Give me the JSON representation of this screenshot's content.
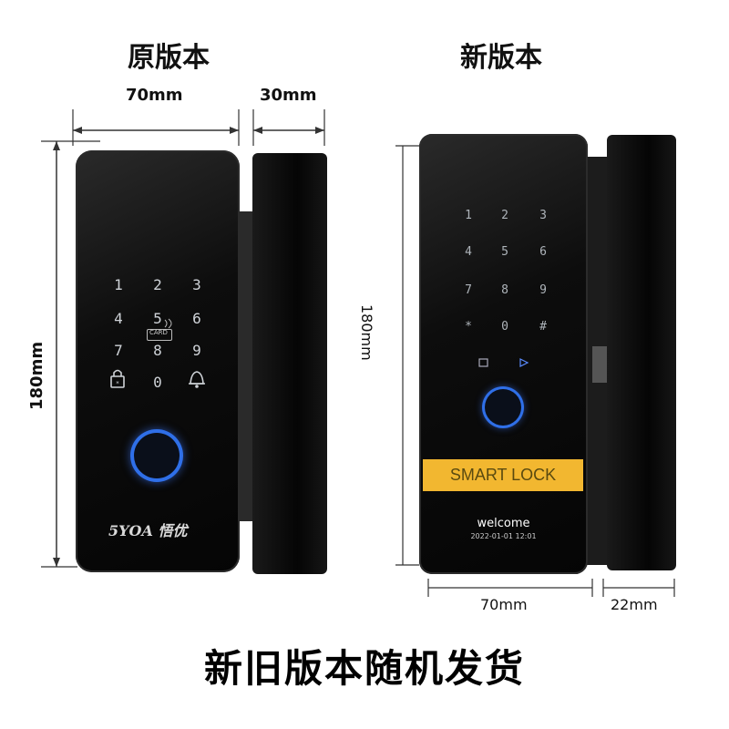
{
  "titles": {
    "old": "原版本",
    "new": "新版本"
  },
  "old_lock": {
    "width_label": "70mm",
    "depth_label": "30mm",
    "height_label": "180mm",
    "keys": [
      "1",
      "2",
      "3",
      "4",
      "5",
      "6",
      "7",
      "8",
      "9",
      "0"
    ],
    "card_label": "CARD",
    "brand": "5YOA 悟优"
  },
  "new_lock": {
    "height_label": "180mm",
    "width_label": "70mm",
    "depth_label": "22mm",
    "keys": [
      "1",
      "2",
      "3",
      "4",
      "5",
      "6",
      "7",
      "8",
      "9",
      "*",
      "0",
      "#"
    ],
    "banner": "SMART LOCK",
    "welcome": "welcome",
    "datetime": "2022-01-01 12:01"
  },
  "footer": "新旧版本随机发货",
  "icons": [
    "lock-icon",
    "bell-icon",
    "fingerprint-icon",
    "nfc-card-icon",
    "door-icon",
    "arrow-icon"
  ],
  "colors": {
    "fingerprint_ring": "#3a7bff",
    "banner": "#f2b730"
  }
}
